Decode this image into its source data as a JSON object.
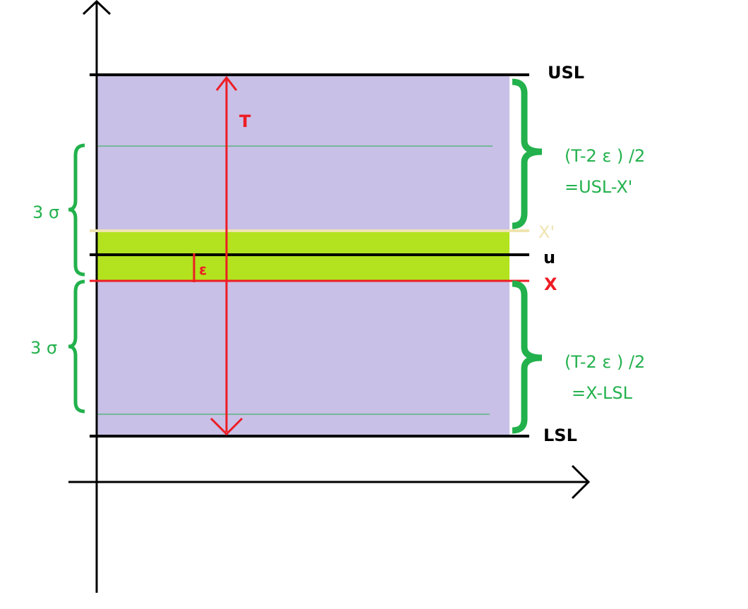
{
  "labels": {
    "usl": "USL",
    "lsl": "LSL",
    "u": "u",
    "x": "X",
    "x_prime": "X'",
    "t": "T",
    "epsilon": "ε",
    "three_sigma_upper": "3 σ",
    "three_sigma_lower": "3 σ",
    "upper_formula_line1": "(T-2 ε ) /2",
    "upper_formula_line2": "=USL-X'",
    "lower_formula_line1": "(T-2 ε ) /2",
    "lower_formula_line2": "=X-LSL"
  },
  "colors": {
    "tolerance_zone": "#c8c0e6",
    "shift_band": "#b2e31e",
    "spec_lines": "#000000",
    "red": "#ee1c24",
    "green": "#22b14c",
    "x_prime_line": "#efe4b0"
  }
}
